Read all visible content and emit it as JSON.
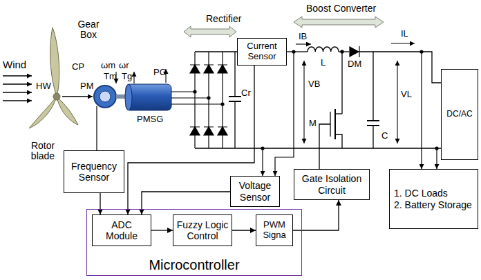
{
  "diagram": {
    "nodes": [
      {
        "text": [
          "Current Sensor"
        ]
      },
      {
        "text": [
          "DC/AC"
        ]
      },
      {
        "text": [
          "Frequency Sensor"
        ]
      },
      {
        "text": [
          "Voltage Sensor"
        ]
      },
      {
        "text": [
          "Gate Isolation Circuit"
        ]
      },
      {
        "text": [
          "1. DC Loads",
          "2. Battery Storage"
        ]
      },
      {
        "text": [
          "Microcontroller"
        ]
      },
      {
        "text": [
          "ADC Module"
        ],
        "in": 6
      },
      {
        "text": [
          "Fuzzy Logic Control"
        ],
        "in": 6
      },
      {
        "text": [
          "PWM Signa"
        ],
        "in": 6
      }
    ],
    "edges": [
      {
        "from": 2,
        "to": 7,
        "arrow": "to"
      },
      {
        "from": 0,
        "to": 7,
        "arrow": "to"
      },
      {
        "from": 3,
        "to": 7,
        "arrow": "to"
      },
      {
        "from": 7,
        "to": 8,
        "arrow": "to"
      },
      {
        "from": 8,
        "to": 9,
        "arrow": "to"
      },
      {
        "from": 9,
        "to": 4,
        "arrow": "to"
      }
    ],
    "labels": [
      "Wind",
      "HW",
      "CP",
      "PM",
      "Gear Box",
      "ωm",
      "ωr",
      "Tm",
      "Tg",
      "PG",
      "PMSG",
      "Rotor blade",
      "Rectifier",
      "Boost Converter",
      "Cr",
      "IB",
      "L",
      "VB",
      "DM",
      "IL",
      "VL",
      "M",
      "C"
    ]
  }
}
